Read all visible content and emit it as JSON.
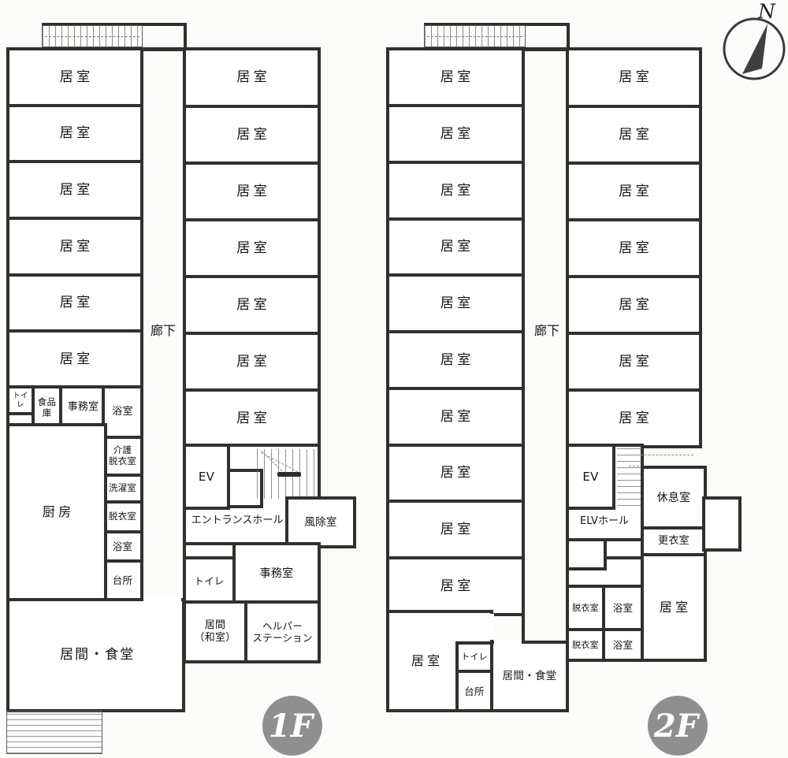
{
  "labels": {
    "resident_room": "居室",
    "corridor": "廊下",
    "toilet": "トイレ",
    "pantry": "食品\n庫",
    "office": "事務室",
    "bathroom": "浴室",
    "care_undressing": "介護\n脱衣室",
    "laundry": "洗濯室",
    "undressing": "脱衣室",
    "kitchenette": "台所",
    "main_kitchen": "厨房",
    "living_dining": "居間・食堂",
    "elevator": "EV",
    "entrance_hall": "エントランスホール",
    "windbreak_room": "風除室",
    "living_japanese": "居間\n（和室）",
    "helper_station": "ヘルパー\nステーション",
    "elevator_hall": "ELVホール",
    "rest_room": "休息室",
    "changing_room": "更衣室",
    "floor1": "1F",
    "floor2": "2F",
    "compass_north": "N"
  },
  "colors": {
    "wall": "#332f2b",
    "badge": "#8f8f8f",
    "badge_text": "#ffffff",
    "paper": "#fcfcfa"
  }
}
